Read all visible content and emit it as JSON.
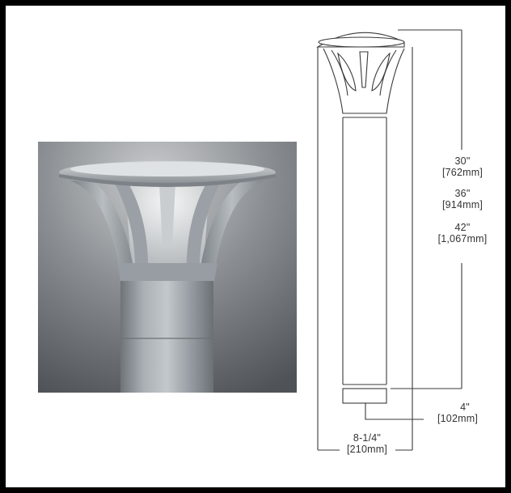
{
  "dimensions": {
    "height_30_in": "30\"",
    "height_30_mm": "[762mm]",
    "height_36_in": "36\"",
    "height_36_mm": "[914mm]",
    "height_42_in": "42\"",
    "height_42_mm": "[1,067mm]",
    "base_width_in": "4\"",
    "base_width_mm": "[102mm]",
    "top_width_in": "8-1/4\"",
    "top_width_mm": "[210mm]"
  },
  "colors": {
    "frame": "#000000",
    "photo_bg_dark": "#5a5e62",
    "photo_bg_light": "#b9bcbf",
    "metal": "#9ba1a6",
    "line_drawing": "#3a3a3a"
  }
}
